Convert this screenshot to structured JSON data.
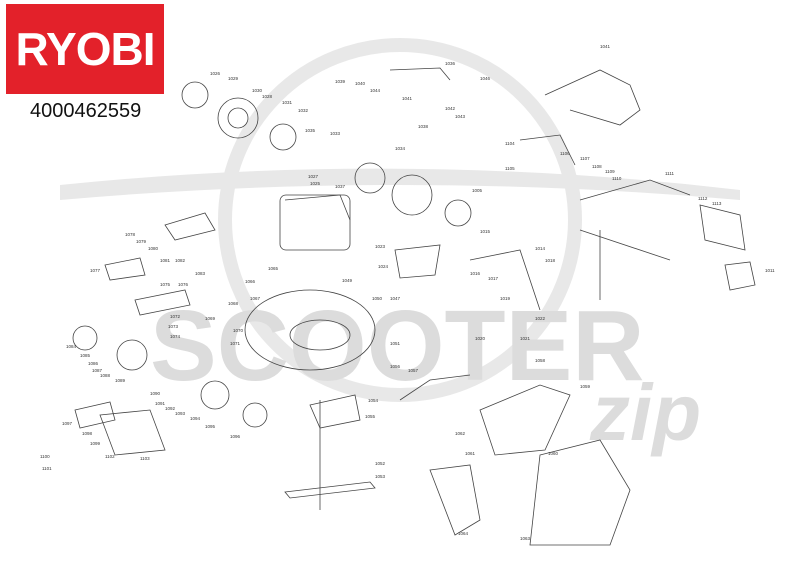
{
  "brand": {
    "name": "RYOBI",
    "color": "#e3212a"
  },
  "part_number": "4000462559",
  "watermark": {
    "main": "SCOOTER",
    "sub": "zip",
    "color": "#d9d9d9"
  },
  "callouts": [
    "1026",
    "1029",
    "1030",
    "1028",
    "1031",
    "1032",
    "1035",
    "1036",
    "1040",
    "1039",
    "1044",
    "1041",
    "1042",
    "1043",
    "1038",
    "1033",
    "1034",
    "1037",
    "1027",
    "1025",
    "1005",
    "1011",
    "1015",
    "1016",
    "1017",
    "1014",
    "1018",
    "1019",
    "1020",
    "1021",
    "1022",
    "1023",
    "1024",
    "1041",
    "1046",
    "1047",
    "1049",
    "1050",
    "1051",
    "1052",
    "1053",
    "1054",
    "1055",
    "1056",
    "1057",
    "1058",
    "1059",
    "1060",
    "1061",
    "1062",
    "1063",
    "1064",
    "1065",
    "1066",
    "1067",
    "1068",
    "1069",
    "1070",
    "1071",
    "1072",
    "1073",
    "1074",
    "1075",
    "1076",
    "1077",
    "1078",
    "1079",
    "1080",
    "1081",
    "1082",
    "1083",
    "1084",
    "1085",
    "1086",
    "1087",
    "1088",
    "1089",
    "1090",
    "1091",
    "1092",
    "1093",
    "1094",
    "1095",
    "1096",
    "1097",
    "1098",
    "1099",
    "1100",
    "1101",
    "1102",
    "1103",
    "1104",
    "1105",
    "1106",
    "1107",
    "1108",
    "1109",
    "1110",
    "1111",
    "1112",
    "1113"
  ]
}
